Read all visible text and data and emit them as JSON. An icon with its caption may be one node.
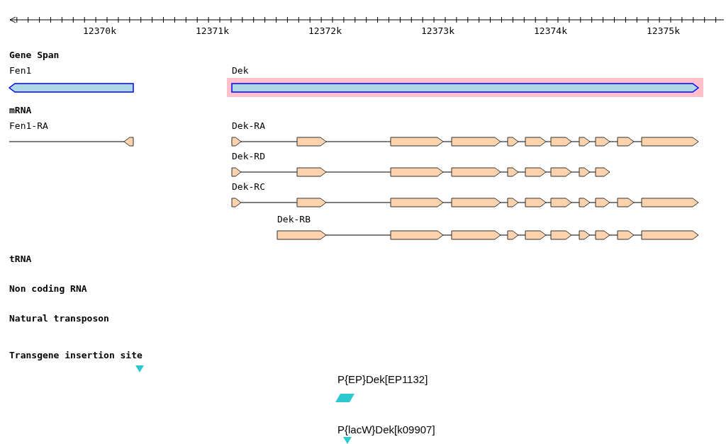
{
  "diagram": {
    "nodes": [
      {
        "text": [
          "Fen1"
        ]
      },
      {
        "text": [
          "Dek"
        ]
      },
      {
        "text": [
          "Fen1-RA"
        ]
      },
      {
        "text": [
          "Dek-RA"
        ]
      },
      {
        "text": [
          "Dek-RD"
        ]
      },
      {
        "text": [
          "Dek-RC"
        ]
      },
      {
        "text": [
          "Dek-RB"
        ]
      },
      {
        "text": [],
        "shape": "triangle"
      },
      {
        "text": [
          "P{EP}Dek[EP1132]"
        ]
      },
      {
        "text": [
          "P{lacW}Dek[k09907]"
        ]
      }
    ],
    "labels": [
      "12370k",
      "12371k",
      "12372k",
      "12373k",
      "12374k",
      "12375k",
      "Gene Span",
      "mRNA",
      "tRNA",
      "Non coding RNA",
      "Natural transposon",
      "Transgene insertion site"
    ]
  }
}
